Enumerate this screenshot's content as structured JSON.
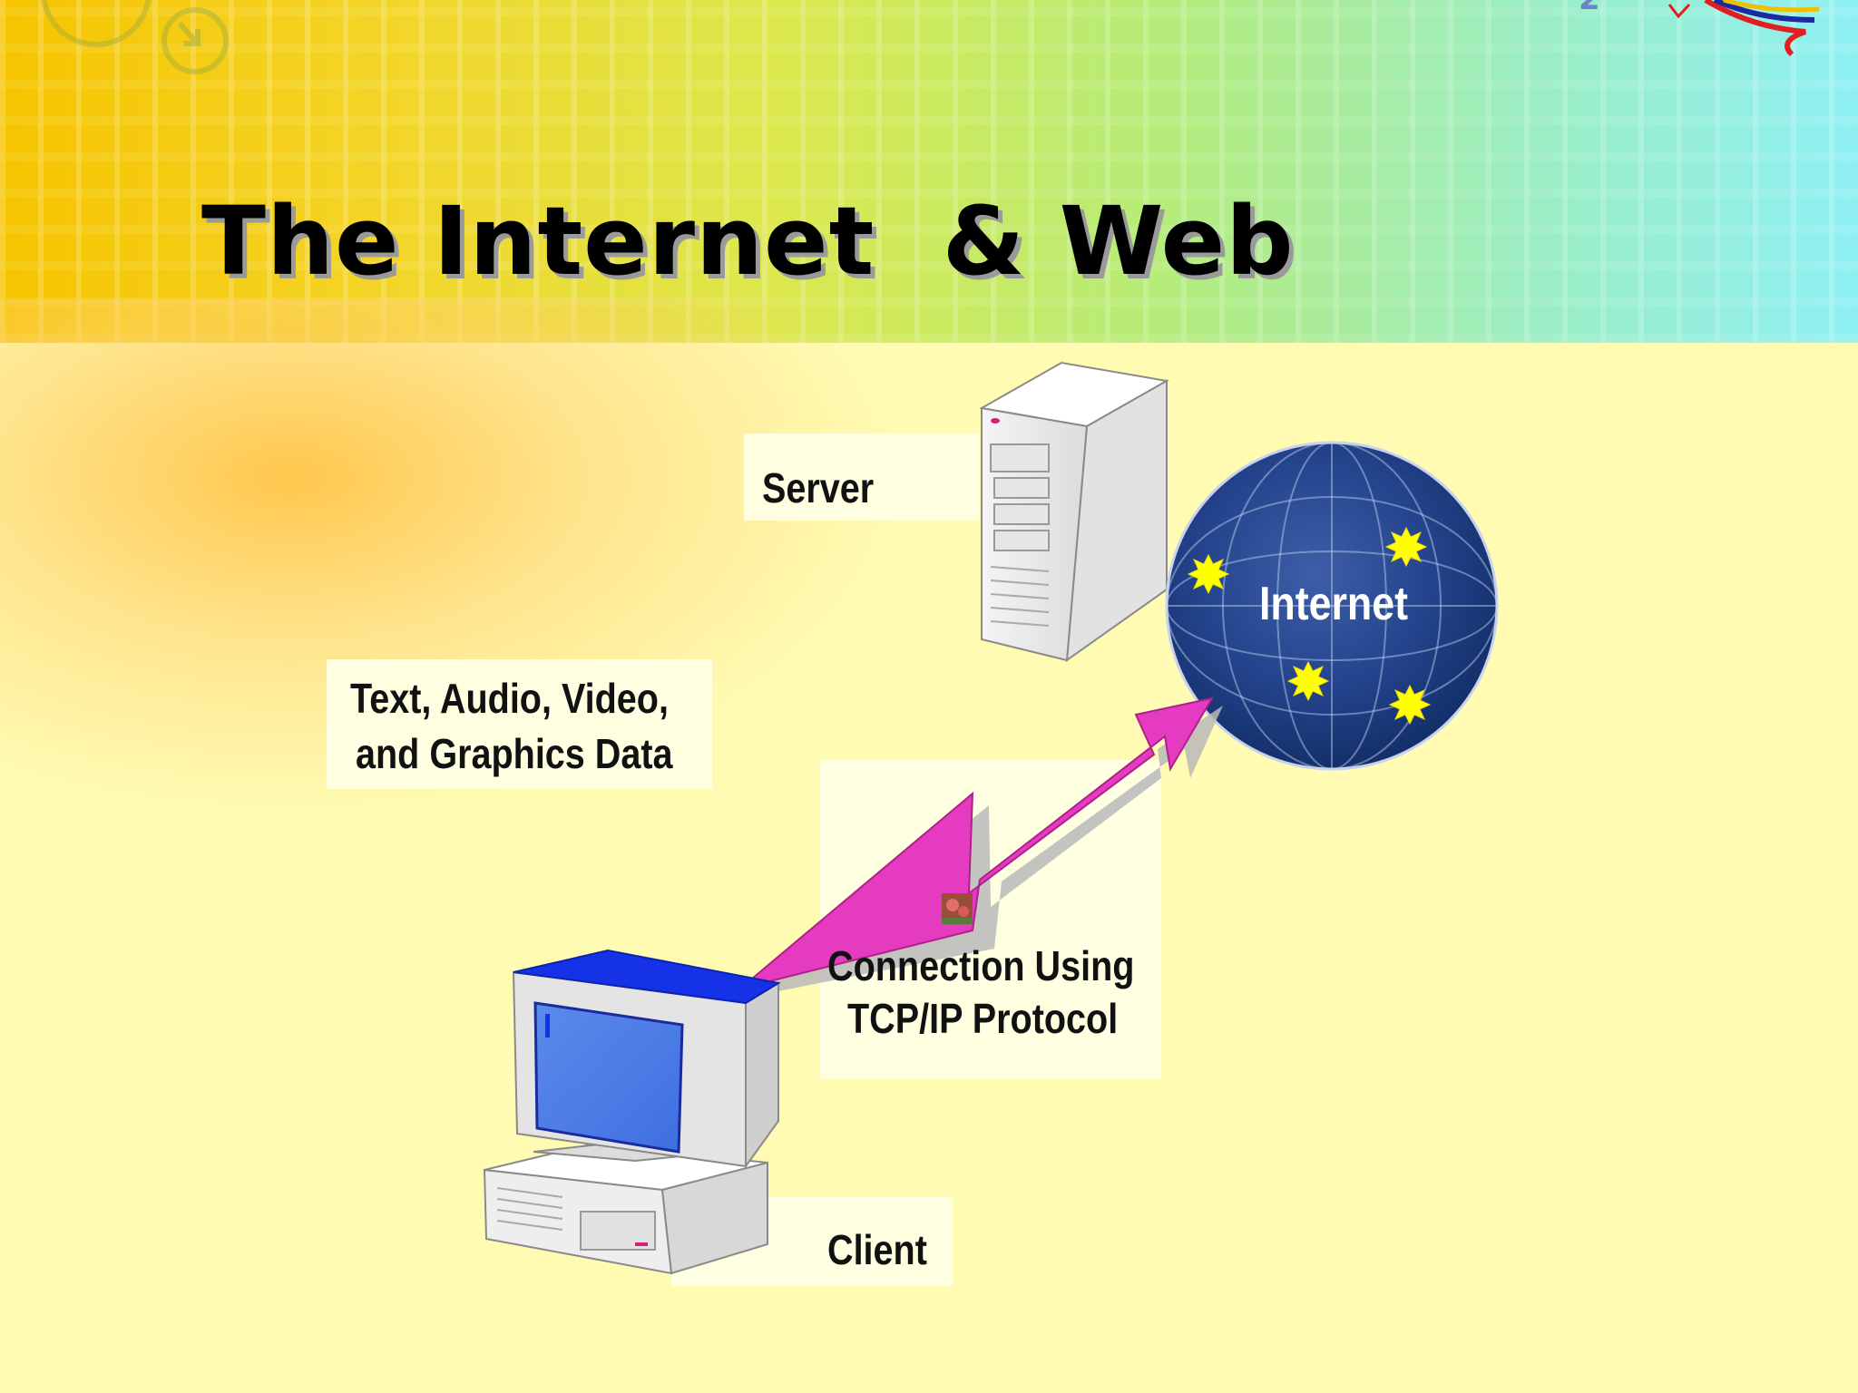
{
  "slide": {
    "title": "The Internet  & Web"
  },
  "diagram": {
    "server_label": "Server",
    "internet_label": "Internet",
    "data_label_line1": "Text, Audio, Video,",
    "data_label_line2": "and Graphics Data",
    "connection_label_line1": "Connection Using",
    "connection_label_line2": "TCP/IP Protocol",
    "client_label": "Client"
  },
  "colors": {
    "globe": "#1d3a82",
    "arrow": "#e43bc0",
    "star": "#ffff00",
    "monitor_screen": "#4e7fe6",
    "monitor_top": "#1532e6"
  }
}
